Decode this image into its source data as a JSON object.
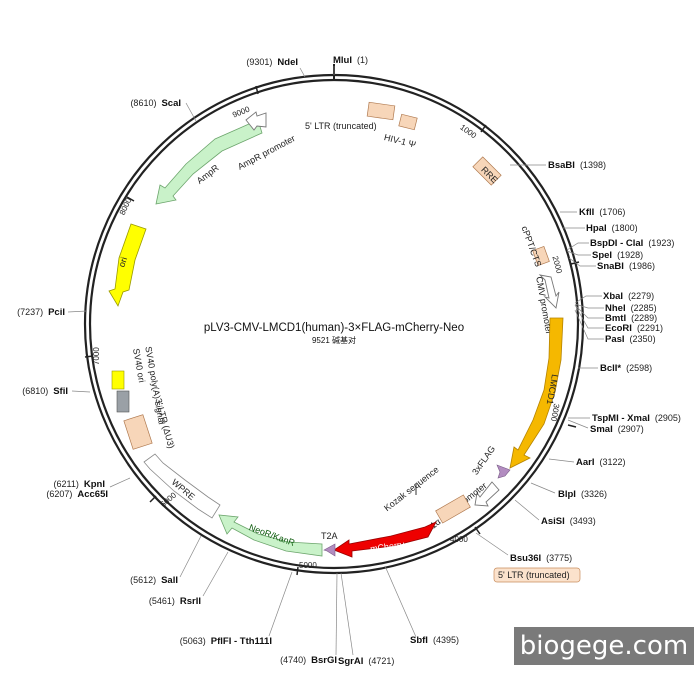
{
  "plasmid": {
    "name": "pLV3-CMV-LMCD1(human)-3×FLAG-mCherry-Neo",
    "size": "9521 碱基对",
    "total_bp": 9521
  },
  "ticks": [
    "1000",
    "2000",
    "3000",
    "4000",
    "5000",
    "6000",
    "7000",
    "8000",
    "9000"
  ],
  "sites": [
    {
      "name": "MluI",
      "pos": "(1)"
    },
    {
      "name": "BsaBI",
      "pos": "(1398)"
    },
    {
      "name": "KflI",
      "pos": "(1706)"
    },
    {
      "name": "HpaI",
      "pos": "(1800)"
    },
    {
      "name": "BspDI - ClaI",
      "pos": "(1923)"
    },
    {
      "name": "SpeI",
      "pos": "(1928)"
    },
    {
      "name": "SnaBI",
      "pos": "(1986)"
    },
    {
      "name": "XbaI",
      "pos": "(2279)"
    },
    {
      "name": "NheI",
      "pos": "(2285)"
    },
    {
      "name": "BmtI",
      "pos": "(2289)"
    },
    {
      "name": "EcoRI",
      "pos": "(2291)"
    },
    {
      "name": "PasI",
      "pos": "(2350)"
    },
    {
      "name": "BclI*",
      "pos": "(2598)"
    },
    {
      "name": "TspMI - XmaI",
      "pos": "(2905)"
    },
    {
      "name": "SmaI",
      "pos": "(2907)"
    },
    {
      "name": "AarI",
      "pos": "(3122)"
    },
    {
      "name": "BlpI",
      "pos": "(3326)"
    },
    {
      "name": "AsiSI",
      "pos": "(3493)"
    },
    {
      "name": "Bsu36I",
      "pos": "(3775)"
    },
    {
      "name": "SbfI",
      "pos": "(4395)"
    },
    {
      "name": "SgrAI",
      "pos": "(4721)"
    },
    {
      "name": "BsrGI",
      "pos": "(4740)"
    },
    {
      "name": "PflFI - Tth111I",
      "pos": "(5063)"
    },
    {
      "name": "RsrII",
      "pos": "(5461)"
    },
    {
      "name": "SalI",
      "pos": "(5612)"
    },
    {
      "name": "Acc65I",
      "pos": "(6207)"
    },
    {
      "name": "KpnI",
      "pos": "(6211)"
    },
    {
      "name": "SfiI",
      "pos": "(6810)"
    },
    {
      "name": "PciI",
      "pos": "(7237)"
    },
    {
      "name": "ScaI",
      "pos": "(8610)"
    },
    {
      "name": "NdeI",
      "pos": "(9301)"
    }
  ],
  "features": [
    {
      "label": "5' LTR (truncated)"
    },
    {
      "label": "HIV-1 Ψ"
    },
    {
      "label": "RRE"
    },
    {
      "label": "cPPT/CTS"
    },
    {
      "label": "CMV promoter"
    },
    {
      "label": "LMCD1"
    },
    {
      "label": "3xFLAG"
    },
    {
      "label": "Kozak sequence"
    },
    {
      "label": "EF-1α core promoter"
    },
    {
      "label": "5' LTR (truncated)"
    },
    {
      "label": "mCherry"
    },
    {
      "label": "T2A"
    },
    {
      "label": "NeoR/KanR"
    },
    {
      "label": "WPRE"
    },
    {
      "label": "3' LTR (ΔU3)"
    },
    {
      "label": "SV40 ori"
    },
    {
      "label": "SV40 poly(A) signal"
    },
    {
      "label": "ori"
    },
    {
      "label": "AmpR"
    },
    {
      "label": "AmpR promoter"
    }
  ],
  "colors": {
    "backbone": "#222222",
    "ltr": "#f7d6b9",
    "ltr_stroke": "#b07a50",
    "promoter": "#ffffff",
    "cds_yellow": "#ffff00",
    "lmcd1": "#f5b800",
    "mcherry": "#ee0000",
    "green": "#c9f2c9",
    "flag": "#b28cc0",
    "grey": "#9aa0a6"
  },
  "watermark": "biogege.com"
}
